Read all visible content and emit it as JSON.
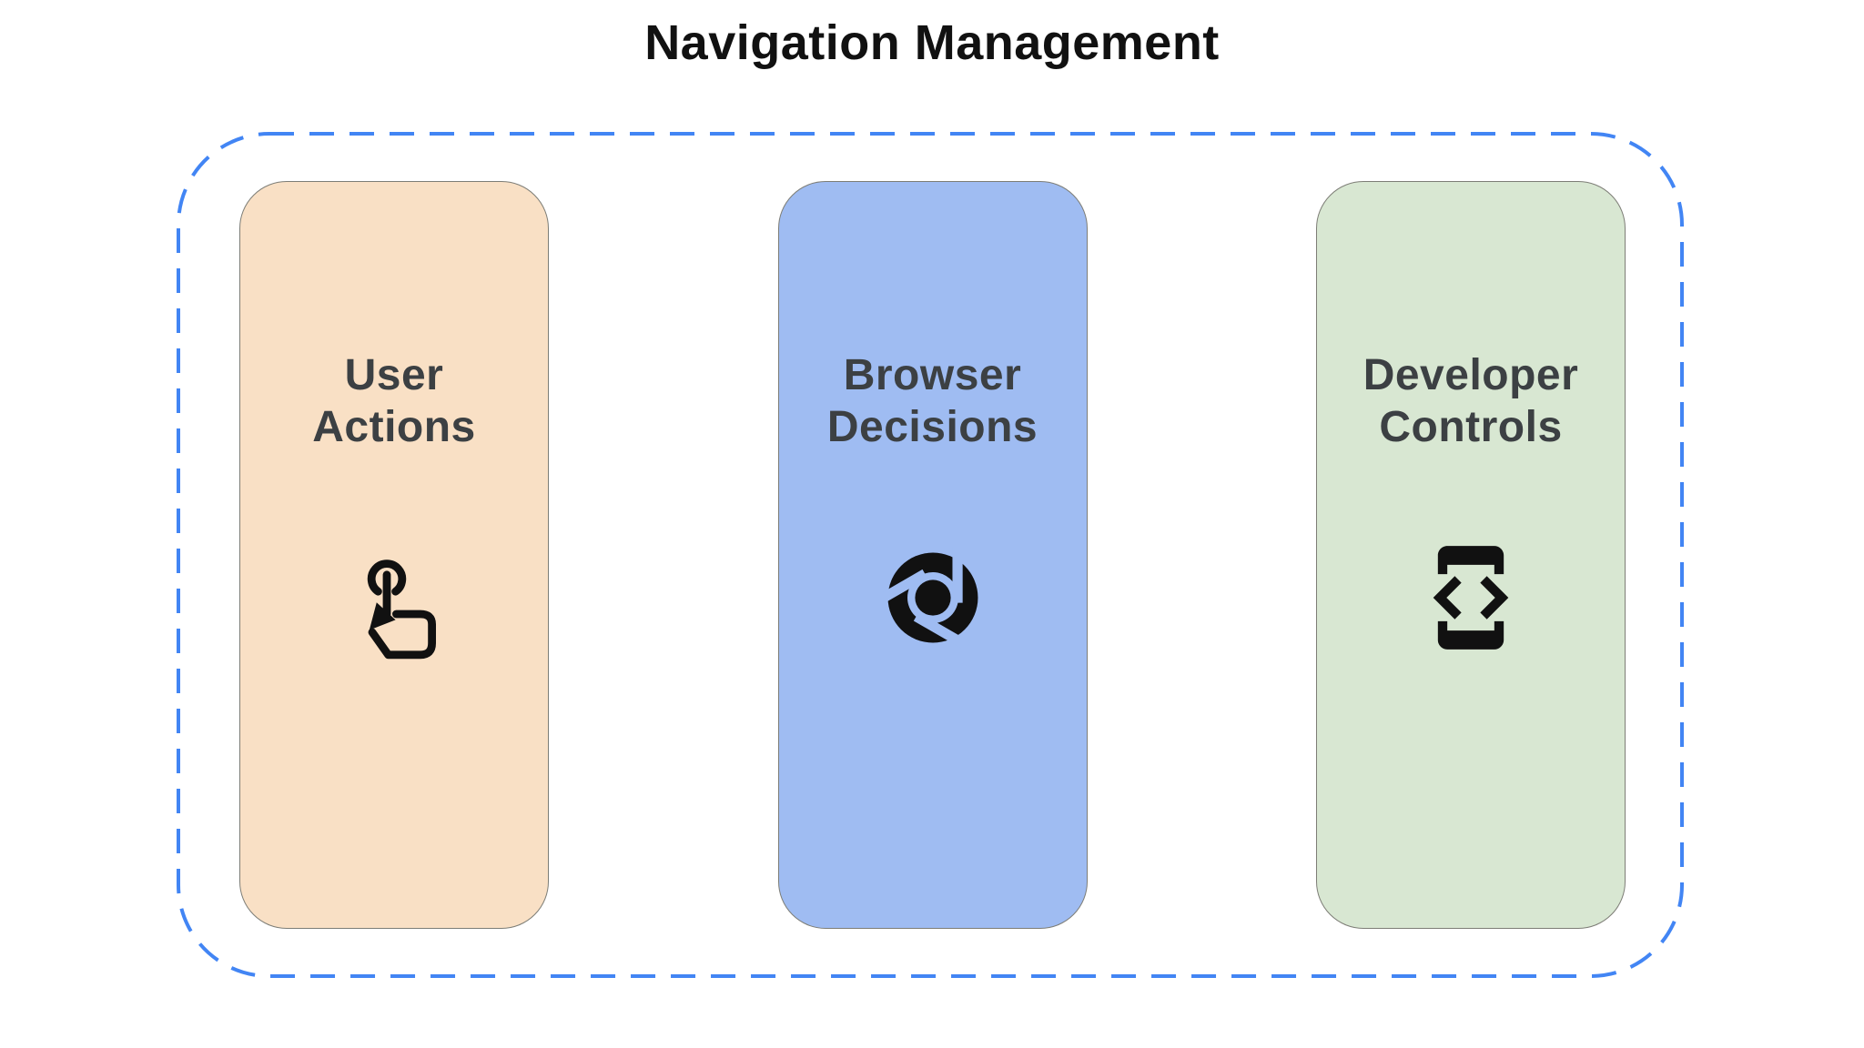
{
  "title": "Navigation Management",
  "colors": {
    "background": "#ffffff",
    "title_text": "#111111",
    "boundary_border": "#4285F4",
    "card_border": "#7d7d76",
    "card_text": "#3c4043",
    "icon": "#111111"
  },
  "boundary": {
    "style": "dashed-rounded-rect"
  },
  "cards": [
    {
      "id": "user-actions",
      "lines": [
        "User",
        "Actions"
      ],
      "icon": "tap-gesture-icon",
      "bg": "#F9E0C5"
    },
    {
      "id": "browser-decisions",
      "lines": [
        "Browser",
        "Decisions"
      ],
      "icon": "chrome-browser-icon",
      "bg": "#9FBCF2"
    },
    {
      "id": "developer-controls",
      "lines": [
        "Developer",
        "Controls"
      ],
      "icon": "developer-mode-icon",
      "bg": "#D8E7D2"
    }
  ]
}
